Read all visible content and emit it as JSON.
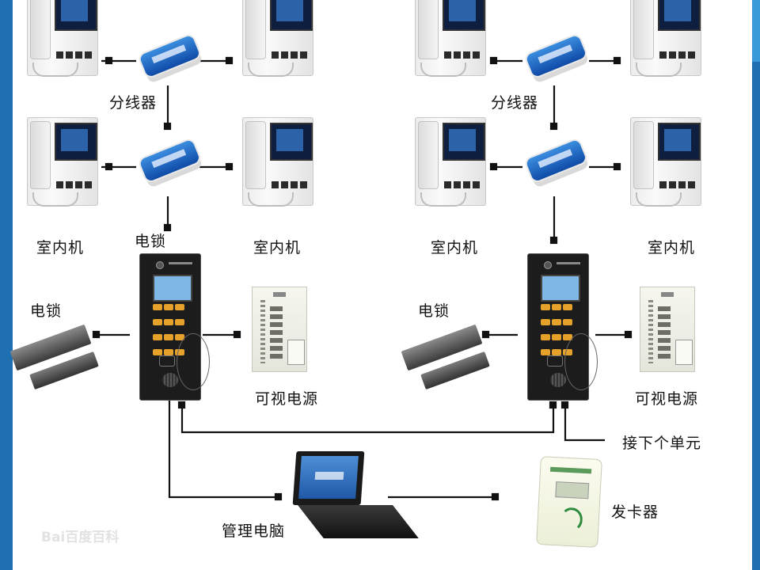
{
  "labels": {
    "splitter": "分线器",
    "indoor_unit": "室内机",
    "electric_lock": "电锁",
    "video_power": "可视电源",
    "next_unit": "接下个单元",
    "management_pc": "管理电脑",
    "card_issuer": "发卡器"
  },
  "watermark": "Bai百度百科",
  "colors": {
    "frame_blue": "#1f6fb3",
    "wire": "#111111",
    "splitter_blue": "#1a5fc4"
  }
}
